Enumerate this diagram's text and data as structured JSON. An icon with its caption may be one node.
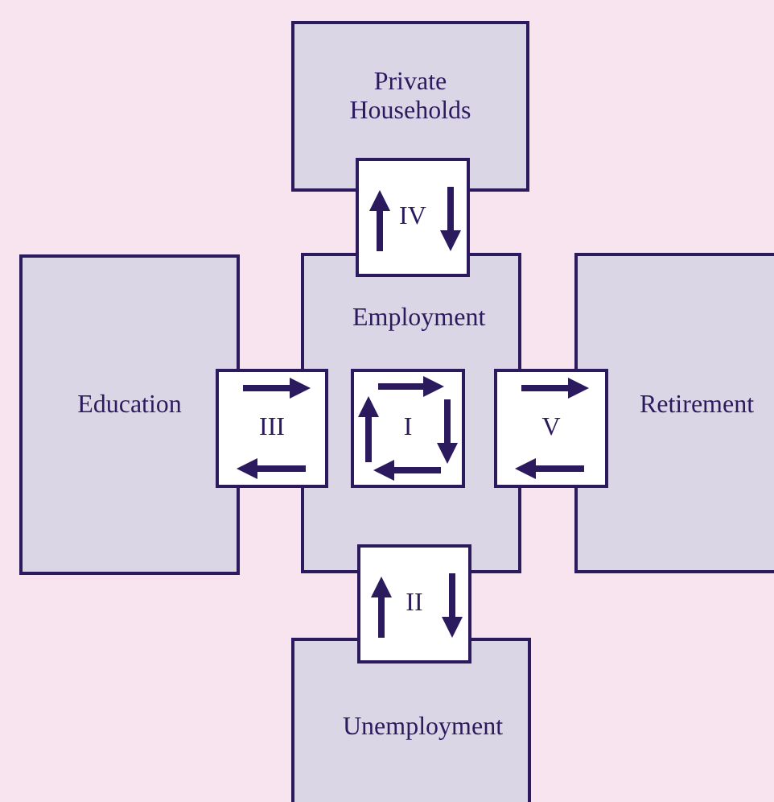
{
  "diagram": {
    "nodes": [
      {
        "text": [
          "Private Households"
        ]
      },
      {
        "text": [
          "Education"
        ]
      },
      {
        "text": [
          "Employment"
        ]
      },
      {
        "text": [
          "Retirement"
        ]
      },
      {
        "text": [
          "Unemployment"
        ]
      },
      {
        "text": [
          "IV"
        ]
      },
      {
        "text": [
          "III"
        ]
      },
      {
        "text": [
          "I"
        ],
        "in": 2
      },
      {
        "text": [
          "V"
        ]
      },
      {
        "text": [
          "II"
        ]
      }
    ]
  }
}
